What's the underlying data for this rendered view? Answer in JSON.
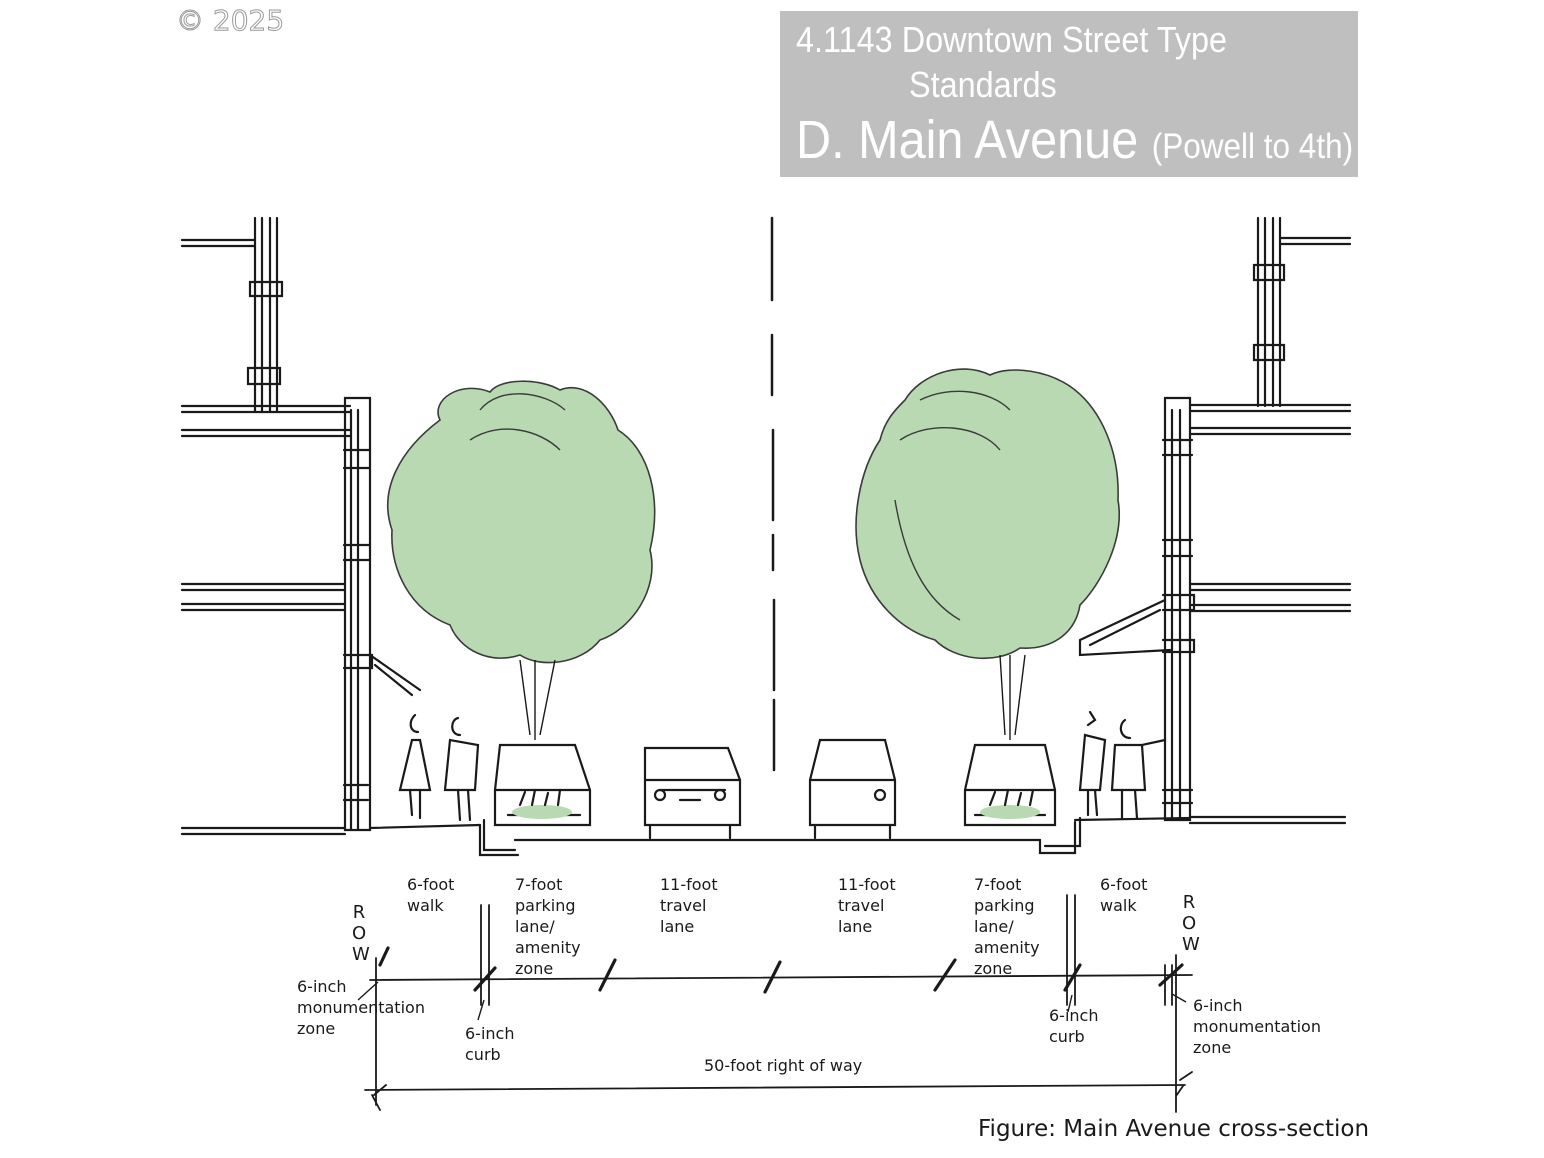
{
  "copyright": "© 2025",
  "title": {
    "line1": "4.1143 Downtown Street Type",
    "line2": "Standards",
    "main": "D. Main Avenue",
    "sub": "(Powell to 4th)"
  },
  "labels": {
    "walk_left": "6-foot\nwalk",
    "parking_left": "7-foot\nparking\nlane/\namenity\nzone",
    "travel_left": "11-foot\ntravel\nlane",
    "travel_right": "11-foot\ntravel\nlane",
    "parking_right": "7-foot\nparking\nlane/\namenity\nzone",
    "walk_right": "6-foot\nwalk",
    "row_left": "R\nO\nW",
    "row_right": "R\nO\nW",
    "monumentation_left": "6-inch\nmonumentation\nzone",
    "curb_left": "6-inch\ncurb",
    "curb_right": "6-inch\ncurb",
    "monumentation_right": "6-inch\nmonumentation\nzone",
    "right_of_way": "50-foot right of way"
  },
  "caption": "Figure: Main Avenue cross-section",
  "colors": {
    "tree_fill": "#b9d9b3",
    "ink": "#1a1a1a",
    "title_bg": "#bfbfbf"
  }
}
